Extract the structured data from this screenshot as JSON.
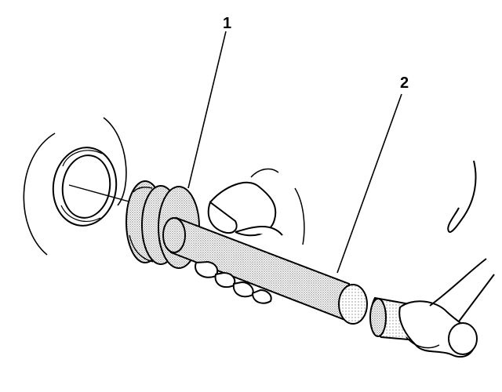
{
  "callouts": [
    {
      "id": "1",
      "label": "1"
    },
    {
      "id": "2",
      "label": "2"
    }
  ],
  "colors": {
    "ink": "#000000",
    "paper": "#ffffff",
    "stipple": "#8a8a8a"
  }
}
